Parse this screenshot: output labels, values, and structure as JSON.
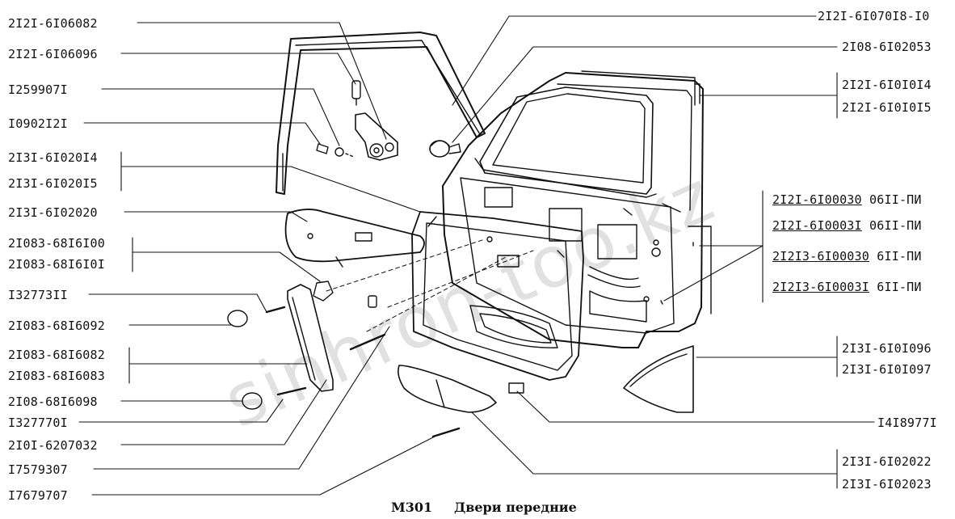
{
  "caption": {
    "code": "M301",
    "title": "Двери передние"
  },
  "watermark": "sinhron-too.kz",
  "left_labels": [
    "2I2I-6I06082",
    "2I2I-6I06096",
    "I259907I",
    "I0902I2I",
    "2I3I-6I020I4",
    "2I3I-6I020I5",
    "2I3I-6I02020",
    "2I083-68I6I00",
    "2I083-68I6I0I",
    "I32773II",
    "2I083-68I6092",
    "2I083-68I6082",
    "2I083-68I6083",
    "2I08-68I6098",
    "I327770I",
    "2I0I-6207032",
    "I7579307",
    "I7679707"
  ],
  "right_labels": {
    "top1": "2I2I-6I070I8-I0",
    "top2": "2I08-6I02053",
    "group_a": [
      "2I2I-6I0I0I4",
      "2I2I-6I0I0I5"
    ],
    "group_b": [
      {
        "part": "2I2I-6I00030",
        "note": "06II-ПИ"
      },
      {
        "part": "2I2I-6I0003I",
        "note": "06II-ПИ"
      },
      {
        "part": "2I2I3-6I00030",
        "note": "6II-ПИ"
      },
      {
        "part": "2I2I3-6I0003I",
        "note": "6II-ПИ"
      }
    ],
    "group_c": [
      "2I3I-6I0I096",
      "2I3I-6I0I097"
    ],
    "single": "I4I8977I",
    "group_d": [
      "2I3I-6I02022",
      "2I3I-6I02023"
    ]
  }
}
